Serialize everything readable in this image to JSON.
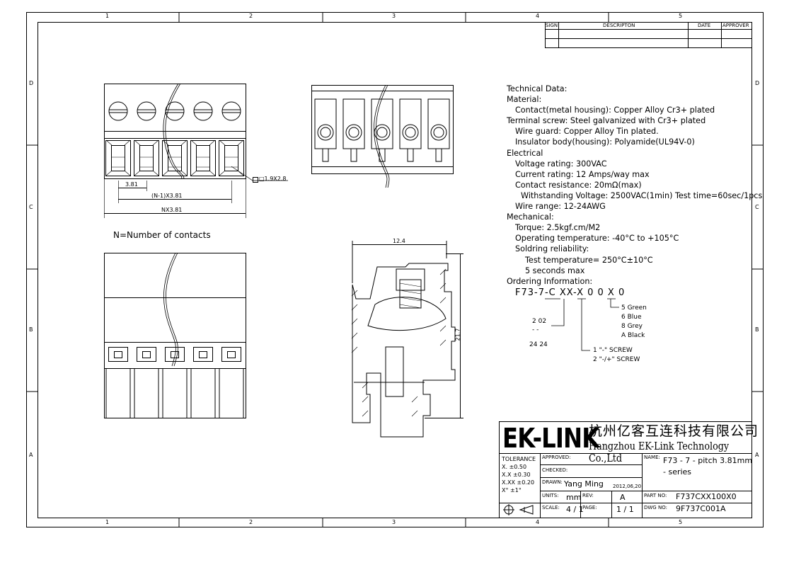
{
  "frame": {
    "columns": [
      "1",
      "2",
      "3",
      "4",
      "5"
    ],
    "rows": [
      "D",
      "C",
      "B",
      "A"
    ]
  },
  "revision_table": {
    "headers": [
      "SIGN",
      "DESCRIPTON",
      "DATE",
      "APPROVER"
    ]
  },
  "front_view": {
    "pitch_dim": "3.81",
    "span_dim": "(N-1)X3.81",
    "total_dim": "NX3.81",
    "hole_callout": "□1.9X2.8",
    "note": "N=Number of contacts"
  },
  "section_view": {
    "width_dim": "12.4",
    "height_dim": "21.7"
  },
  "technical_data": {
    "lines": [
      {
        "text": "Technical Data:",
        "indent": 0
      },
      {
        "text": "Material:",
        "indent": 0
      },
      {
        "text": "Contact(metal housing): Copper Alloy Cr3+ plated",
        "indent": 1
      },
      {
        "text": "Terminal screw: Steel galvanized with Cr3+ plated",
        "indent": 0
      },
      {
        "text": "Wire guard: Copper Alloy Tin plated.",
        "indent": 1
      },
      {
        "text": "Insulator body(housing): Polyamide(UL94V-0)",
        "indent": 1
      },
      {
        "text": "Electrical",
        "indent": 0
      },
      {
        "text": "Voltage rating: 300VAC",
        "indent": 1
      },
      {
        "text": "Current rating: 12 Amps/way max",
        "indent": 1
      },
      {
        "text": "Contact resistance: 20mΩ(max)",
        "indent": 1
      },
      {
        "text": "Withstanding Voltage: 2500VAC(1min) Test time=60sec/1pcs",
        "indent": 2
      },
      {
        "text": "Wire range: 12-24AWG",
        "indent": 1
      },
      {
        "text": "Mechanical:",
        "indent": 0
      },
      {
        "text": "Torque: 2.5kgf.cm/M2",
        "indent": 1
      },
      {
        "text": "Operating temperature: -40°C to +105°C",
        "indent": 1
      },
      {
        "text": "Soldring reliability:",
        "indent": 1
      },
      {
        "text": "Test temperature= 250°C±10°C",
        "indent": 3
      },
      {
        "text": "5 seconds max",
        "indent": 3
      },
      {
        "text": "Ordering Information:",
        "indent": 0
      }
    ]
  },
  "ordering": {
    "code": "F73-7-C XX-X 0 0 X 0",
    "colors": [
      "5  Green",
      "6  Blue",
      "8  Grey",
      "A  Black"
    ],
    "poles_from": "2  02",
    "poles_dash": "-   -",
    "poles_to": "24  24",
    "screw": [
      "1  \"-\" SCREW",
      "2  \"-/+\" SCREW"
    ]
  },
  "title_block": {
    "logo": "EK-LINK",
    "company_cn": "杭州亿客互连科技有限公司",
    "company_en": "Hangzhou EK-Link Technology Co.,Ltd",
    "tolerance_label": "TOLERANCE",
    "tolerances": [
      "X.    ±0.50",
      "X.X   ±0.30",
      "X.XX ±0.20",
      "X°     ±1°"
    ],
    "approved_label": "APPROVED:",
    "checked_label": "CHECKED:",
    "drawn_label": "DRAWN:",
    "drawn_by": "Yang Ming",
    "drawn_date": "2012,06,20",
    "units_label": "UNITS:",
    "units": "mm",
    "rev_label": "REV:",
    "rev": "A",
    "scale_label": "SCALE:",
    "scale": "4 / 1",
    "page_label": "PAGE:",
    "page": "1 / 1",
    "name_label": "NAME:",
    "name_line1": "F73 - 7 - pitch 3.81mm",
    "name_line2": "- series",
    "part_no_label": "PART NO:",
    "part_no": "F737CXX100X0",
    "dwg_no_label": "DWG NO:",
    "dwg_no": "9F737C001A"
  }
}
